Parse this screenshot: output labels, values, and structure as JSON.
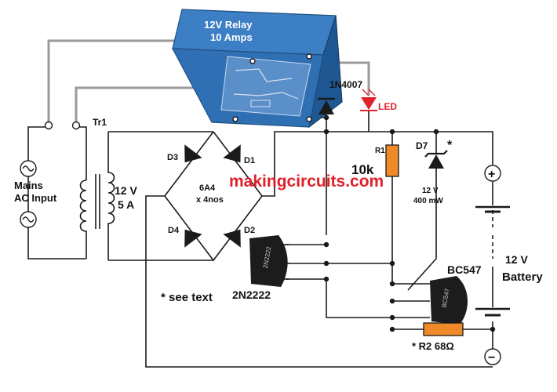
{
  "relay": {
    "line1": "12V Relay",
    "line2": "10 Amps",
    "color": "#2f6fb3"
  },
  "diode_1n4007": "1N4007",
  "led": {
    "label": "LED",
    "color": "#e0202a"
  },
  "transformer": {
    "name": "Tr1",
    "voltage": "12 V",
    "current": "5 A"
  },
  "mains": {
    "line1": "Mains",
    "line2": "AC Input"
  },
  "bridge": {
    "diodes": [
      "D1",
      "D2",
      "D3",
      "D4"
    ],
    "type_line1": "6A4",
    "type_line2": "x 4nos"
  },
  "r1": {
    "name": "R1",
    "value": "10k",
    "color": "#f08a28"
  },
  "d7": {
    "name": "D7",
    "marker": "*",
    "voltage": "12 V",
    "power": "400 mW"
  },
  "transistor_2n2222": {
    "label": "2N2222",
    "body_text": "2N2222"
  },
  "transistor_bc547": {
    "label": "BC547",
    "body_text": "BC547"
  },
  "r2": {
    "label": "* R2 68Ω",
    "color": "#f08a28"
  },
  "battery": {
    "line1": "12 V",
    "line2": "Battery",
    "plus": "+",
    "minus": "−"
  },
  "note": "* see text",
  "watermark": "makingcircuits.com"
}
